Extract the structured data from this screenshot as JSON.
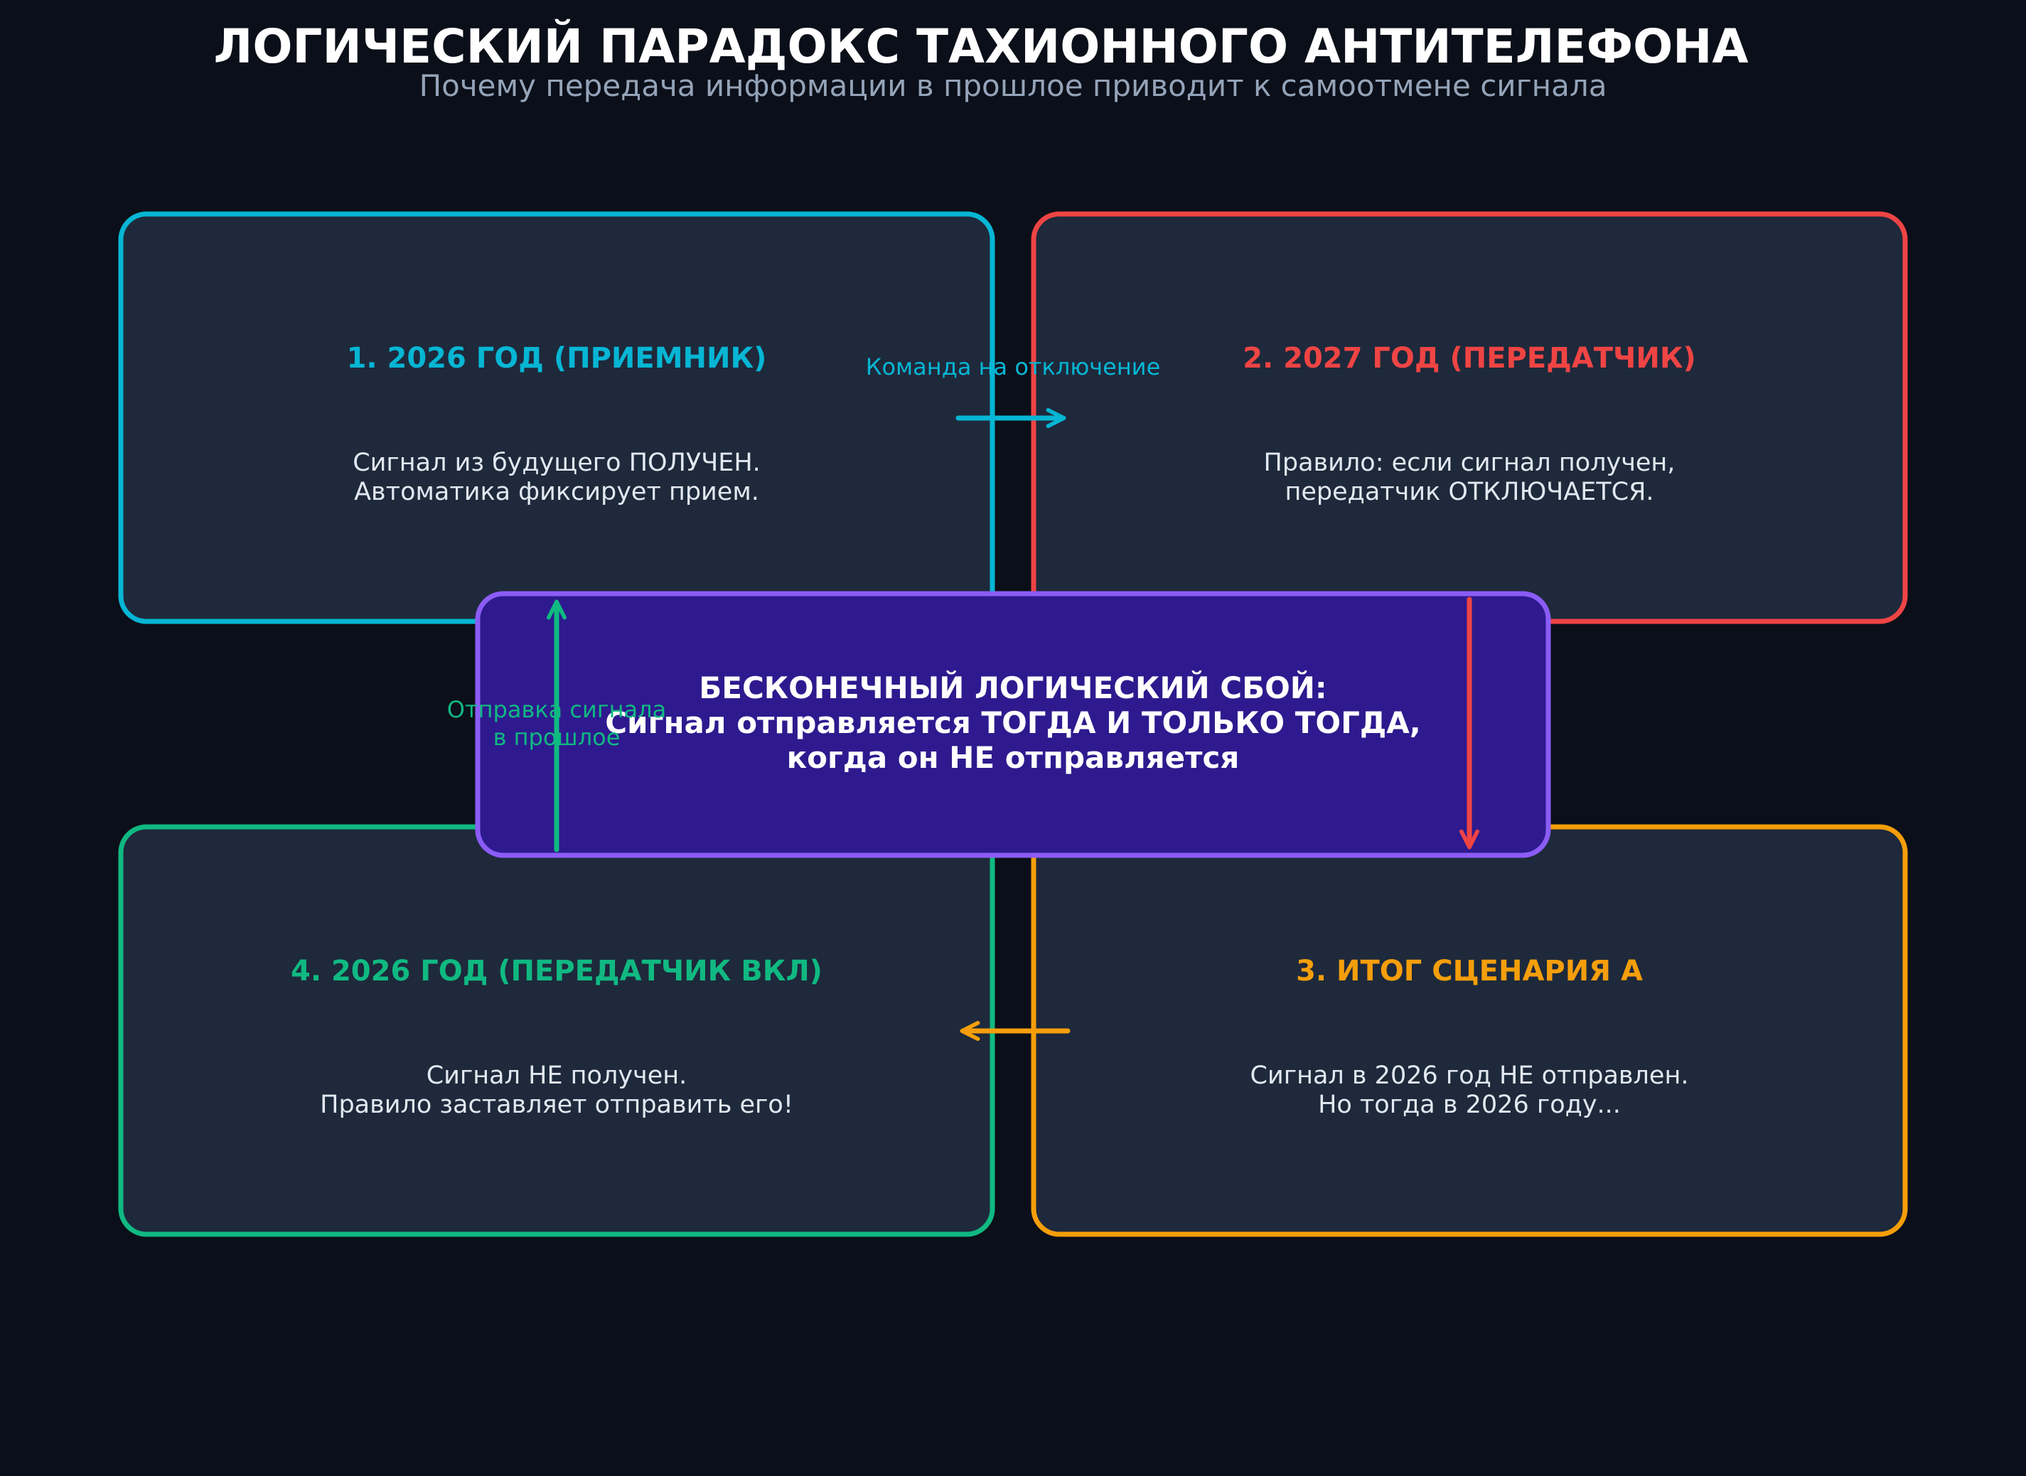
{
  "header": {
    "title": "ЛОГИЧЕСКИЙ ПАРАДОКС ТАХИОННОГО АНТИТЕЛЕФОНА",
    "subtitle": "Почему передача информации в прошлое приводит к самоотмене сигнала"
  },
  "boxes": {
    "receiver_2026": {
      "title": "1. 2026 ГОД (ПРИЕМНИК)",
      "line1": "Сигнал из будущего ПОЛУЧЕН.",
      "line2": "Автоматика фиксирует прием.",
      "color": "#06b6d4"
    },
    "transmitter_2027": {
      "title": "2. 2027 ГОД (ПЕРЕДАТЧИК)",
      "line1": "Правило: если сигнал получен,",
      "line2": "передатчик ОТКЛЮЧАЕТСЯ.",
      "color": "#ef4444"
    },
    "outcome_a": {
      "title": "3. ИТОГ СЦЕНАРИЯ А",
      "line1": "Сигнал в 2026 год НЕ отправлен.",
      "line2": "Но тогда в 2026 году...",
      "color": "#f59e0b"
    },
    "transmitter_on_2026": {
      "title": "4. 2026 ГОД (ПЕРЕДАТЧИК ВКЛ)",
      "line1": "Сигнал НЕ получен.",
      "line2": "Правило заставляет отправить его!",
      "color": "#10b981"
    }
  },
  "center": {
    "line1": "БЕСКОНЕЧНЫЙ ЛОГИЧЕСКИЙ СБОЙ:",
    "line2": "Сигнал отправляется ТОГДА И ТОЛЬКО ТОГДА,",
    "line3": "когда он НЕ отправляется",
    "border_color": "#8b5cf6",
    "fill_color": "#2e1a8e"
  },
  "arrows": {
    "shutdown_label": "Команда на отключение",
    "send_past_line1": "Отправка сигнала",
    "send_past_line2": "в прошлое"
  },
  "colors": {
    "background": "#0b0f19",
    "box_fill": "#1e293b",
    "body_text": "#e2e8f0",
    "subtitle_text": "#94a3b8"
  }
}
